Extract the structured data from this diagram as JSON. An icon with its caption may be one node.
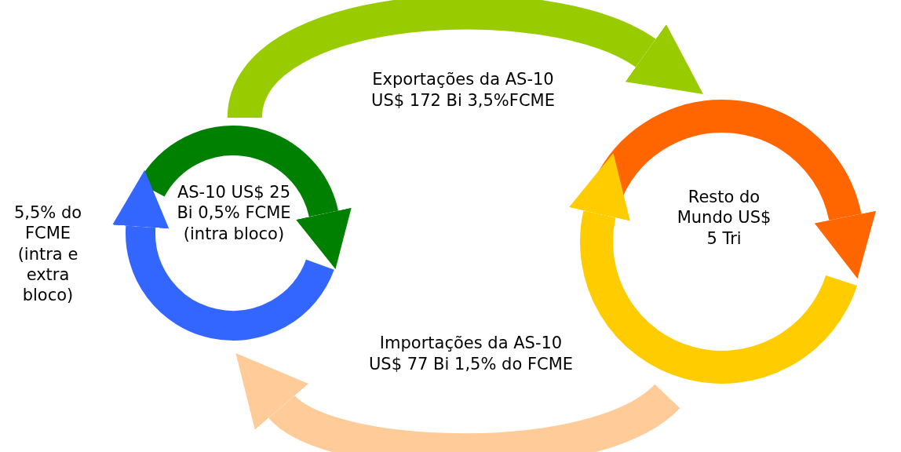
{
  "diagram": {
    "nodes": [
      {
        "text": [
          "AS-10 US$ 25 Bi 0,5% FCME (intra bloco)"
        ],
        "beside": [
          "5,5% do FCME (intra e extra bloco)"
        ]
      },
      {
        "text": [
          "Resto do Mundo US$ 5 Tri"
        ]
      }
    ],
    "edges": [
      {
        "from": 0,
        "to": 1,
        "arrow": "to",
        "label": "Exportações da AS-10 US$ 172 Bi 3,5%FCME",
        "color": "#99cc00"
      },
      {
        "from": 1,
        "to": 0,
        "arrow": "to",
        "label": "Importações da AS-10 US$ 77 Bi 1,5% do FCME",
        "color": "#ffcc99"
      }
    ]
  }
}
